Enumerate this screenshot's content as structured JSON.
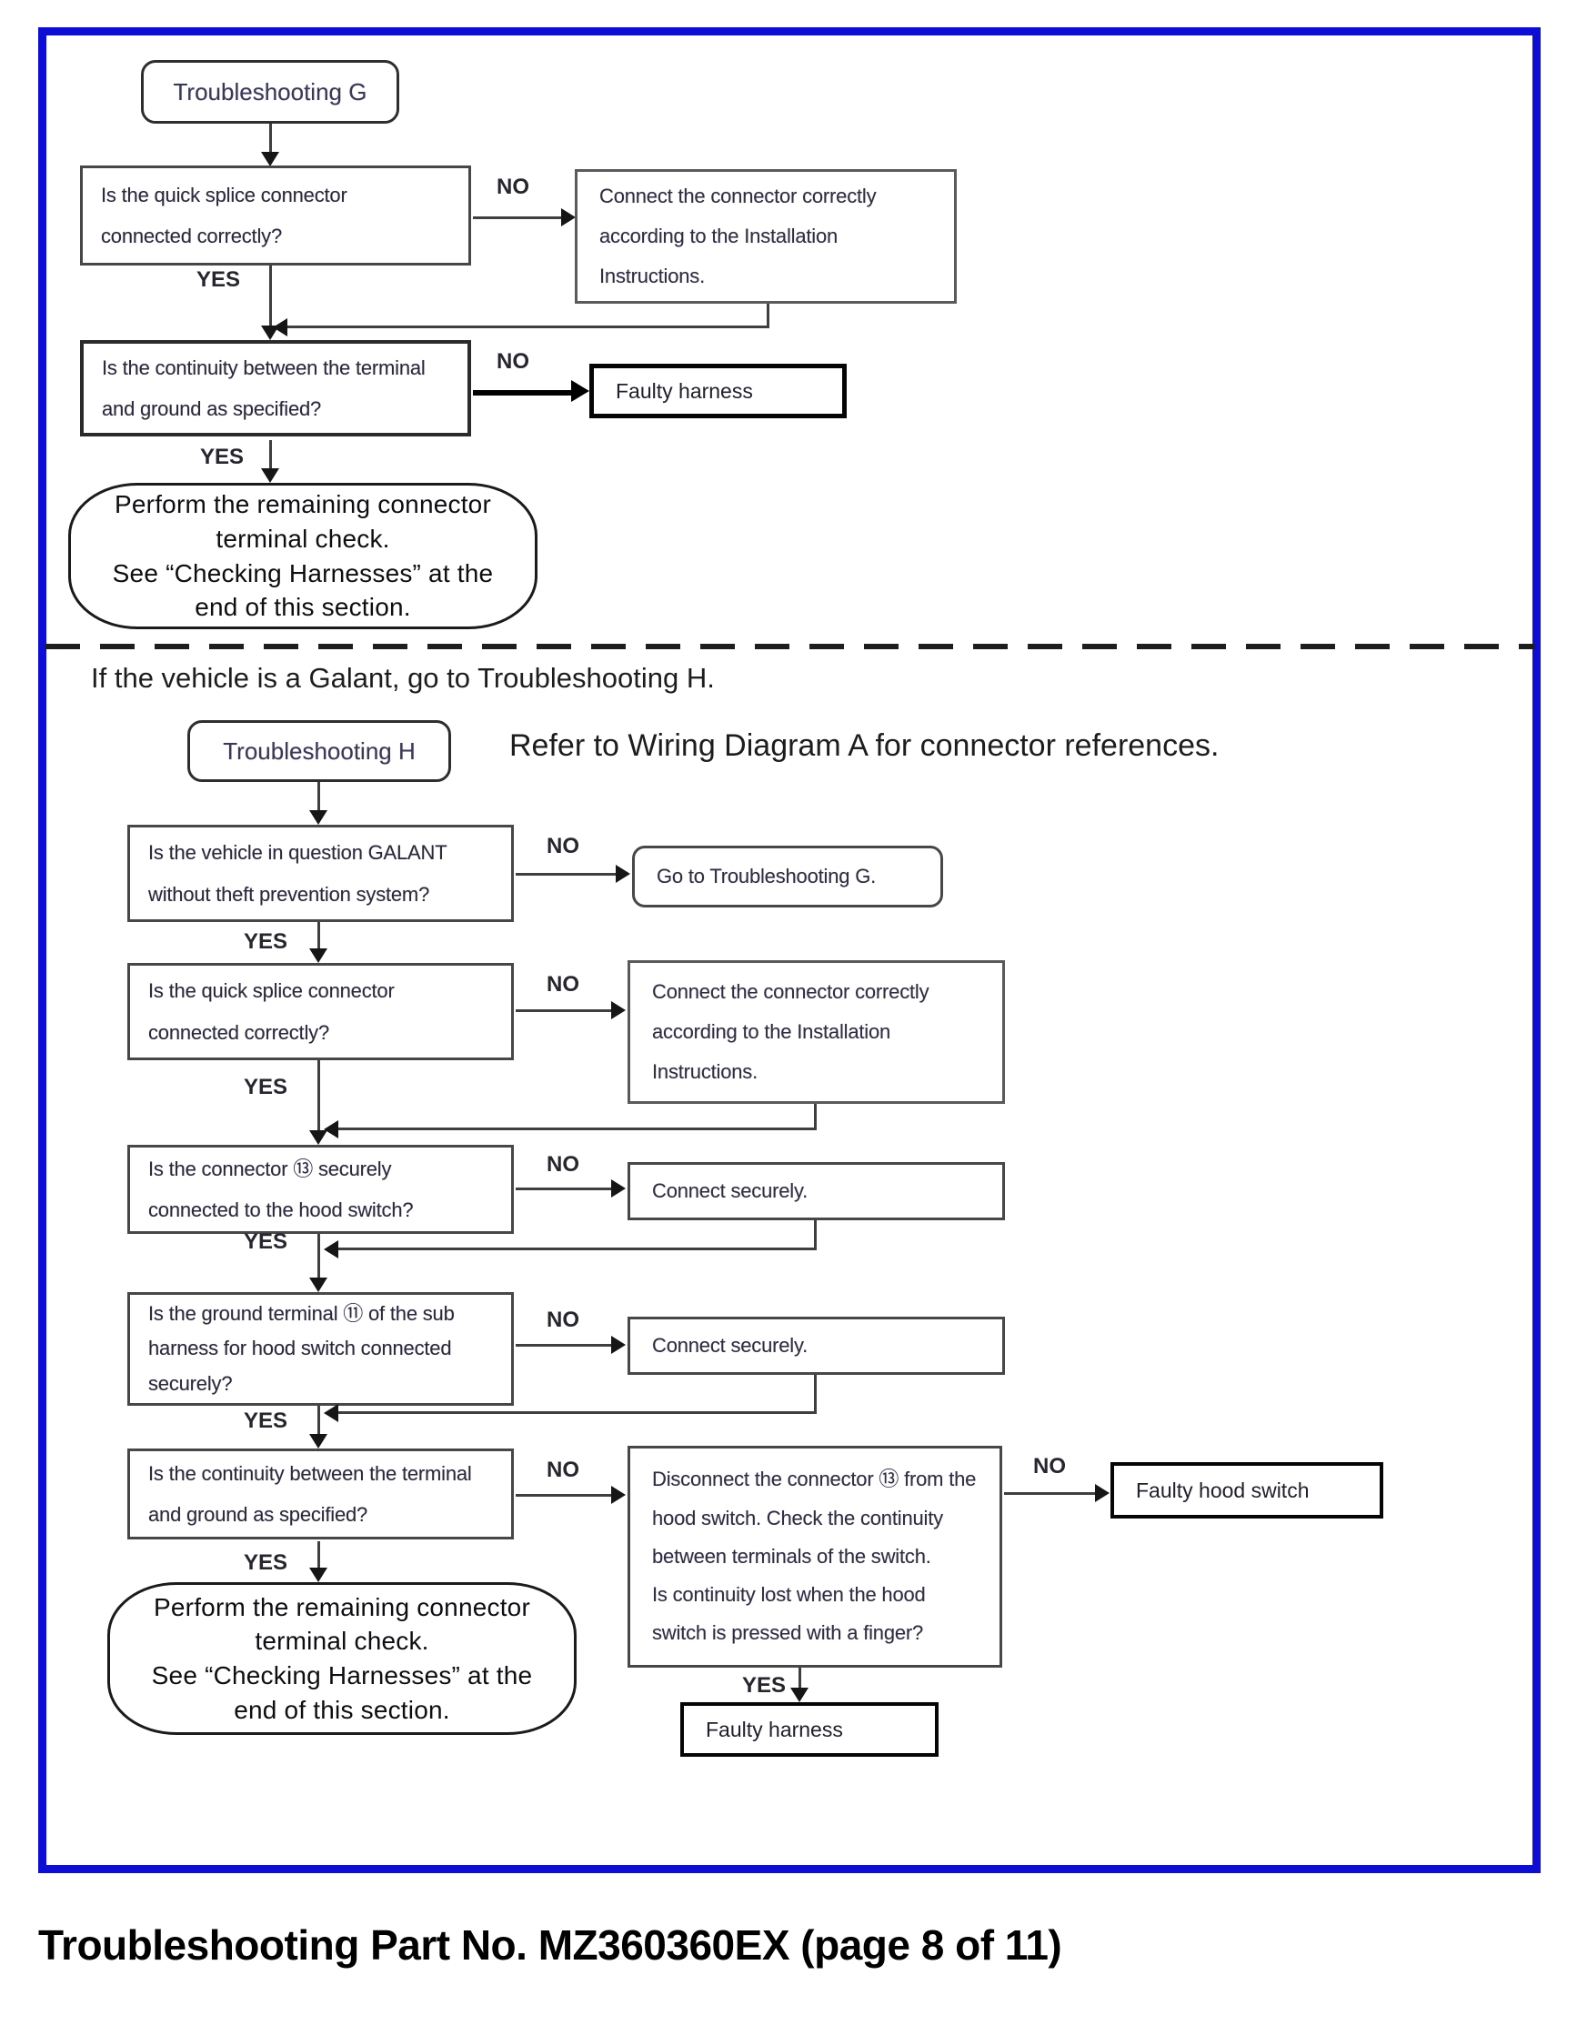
{
  "page": {
    "caption": "Troubleshooting Part No. MZ360360EX (page 8 of 11)"
  },
  "labels": {
    "yes": "YES",
    "no": "NO"
  },
  "notes": {
    "galant": "If the vehicle is a Galant, go to Troubleshooting H.",
    "refer": "Refer to Wiring Diagram A for connector references."
  },
  "colors": {
    "frame_border": "#0d0dd6",
    "line": "#3f3f3f",
    "result_border": "#000000"
  },
  "flowchart_g": {
    "title": "Troubleshooting G",
    "q_splice": "Is the quick splice connector\nconnected correctly?",
    "a_connect": "Connect the connector correctly\naccording to the Installation\nInstructions.",
    "q_continuity": "Is the continuity between the terminal\nand ground as specified?",
    "a_faulty_harness": "Faulty harness",
    "terminal": "Perform the remaining connector\nterminal check.\nSee “Checking Harnesses” at the\nend of this section."
  },
  "flowchart_h": {
    "title": "Troubleshooting H",
    "q_galant": "Is the vehicle in question GALANT\nwithout theft prevention system?",
    "a_goto_g": "Go to Troubleshooting G.",
    "q_splice": "Is the quick splice connector\nconnected correctly?",
    "a_connect": "Connect the connector correctly\naccording to the Installation\nInstructions.",
    "q_connector": "Is the connector ⑬ securely\nconnected to the hood switch?",
    "a_connect_securely_1": "Connect securely.",
    "q_ground": "Is the ground terminal ⑪ of the sub\nharness for hood switch connected\nsecurely?",
    "a_connect_securely_2": "Connect securely.",
    "q_continuity": "Is the continuity between the terminal\nand ground as specified?",
    "a_disconnect": "Disconnect the connector ⑬ from the\nhood switch. Check the continuity\nbetween terminals of the switch.\nIs continuity lost when the hood\nswitch is pressed with a finger?",
    "a_faulty_hood_switch": "Faulty hood switch",
    "a_faulty_harness": "Faulty harness",
    "terminal": "Perform the remaining connector\nterminal check.\nSee “Checking Harnesses” at the\nend of this section."
  }
}
